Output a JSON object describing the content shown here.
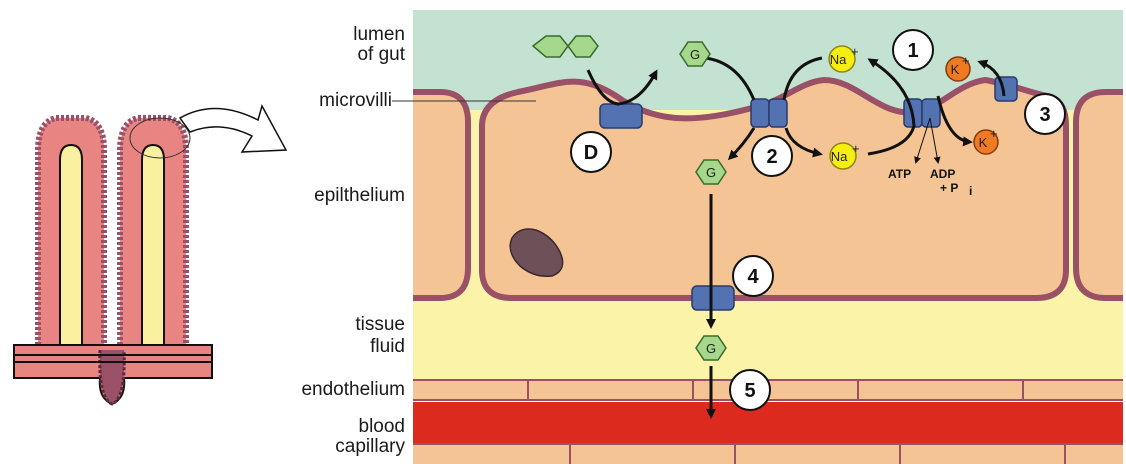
{
  "region_labels": {
    "lumen_line1": "lumen",
    "lumen_line2": "of gut",
    "microvilli": "microvilli",
    "epithelium": "epilthelium",
    "tissue_fluid_line1": "tissue",
    "tissue_fluid_line2": "fluid",
    "endothelium": "endothelium",
    "blood_line1": "blood",
    "blood_line2": "capillary"
  },
  "molecules": {
    "glucose": "G",
    "sodium": "Na",
    "sodium_charge": "+",
    "potassium": "K",
    "potassium_charge": "+"
  },
  "steps": {
    "digestion": "D",
    "step1": "1",
    "step2": "2",
    "step3": "3",
    "step4": "4",
    "step5": "5"
  },
  "pump": {
    "atp": "ATP",
    "adp": "ADP",
    "pi": "+ P",
    "pi_sub": "i"
  },
  "colors": {
    "lumen": "#c4e2d2",
    "cell_fill": "#f4c494",
    "membrane": "#9a5066",
    "tissue_fluid": "#fbf3a8",
    "endothelium": "#f4c494",
    "blood": "#dc2a1e",
    "protein": "#5272b2",
    "glucose": "#a6d88c",
    "sodium": "#f6ee12",
    "potassium": "#ee7a22",
    "nucleus": "#6e5058",
    "villus_outer": "#e88482",
    "villus_core": "#faf0a0"
  }
}
